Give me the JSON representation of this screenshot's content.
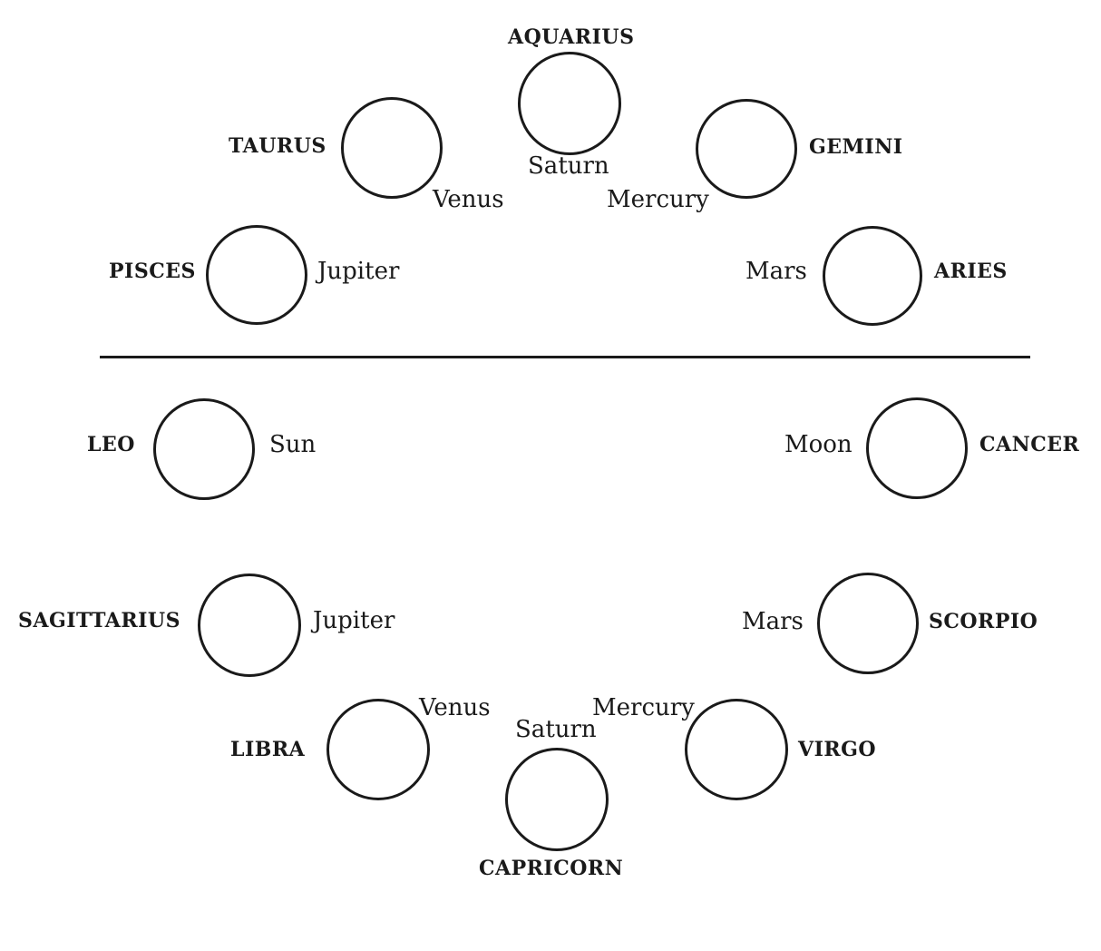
{
  "upper": {
    "aquarius": {
      "sign": "AQUARIUS",
      "planet": "Saturn"
    },
    "taurus": {
      "sign": "TAURUS",
      "planet": "Venus"
    },
    "gemini": {
      "sign": "GEMINI",
      "planet": "Mercury"
    },
    "pisces": {
      "sign": "PISCES",
      "planet": "Jupiter"
    },
    "aries": {
      "sign": "ARIES",
      "planet": "Mars"
    }
  },
  "lower": {
    "leo": {
      "sign": "LEO",
      "planet": "Sun"
    },
    "cancer": {
      "sign": "CANCER",
      "planet": "Moon"
    },
    "sagittarius": {
      "sign": "SAGITTARIUS",
      "planet": "Jupiter"
    },
    "scorpio": {
      "sign": "SCORPIO",
      "planet": "Mars"
    },
    "libra": {
      "sign": "LIBRA",
      "planet": "Venus"
    },
    "virgo": {
      "sign": "VIRGO",
      "planet": "Mercury"
    },
    "capricorn": {
      "sign": "CAPRICORN",
      "planet": "Saturn"
    }
  }
}
